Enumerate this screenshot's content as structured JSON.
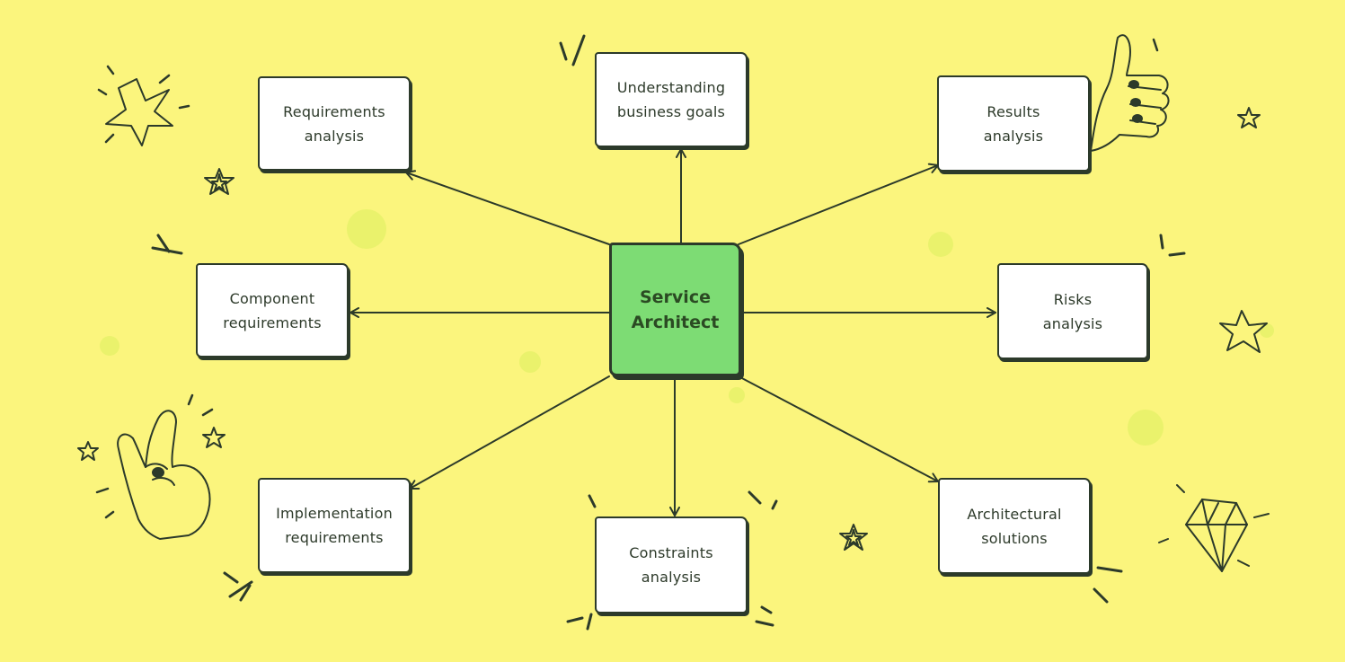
{
  "diagram": {
    "center": {
      "label": "Service\nArchitect"
    },
    "nodes": {
      "requirements_analysis": "Requirements\nanalysis",
      "understanding_business_goals": "Understanding\nbusiness goals",
      "results_analysis": "Results\nanalysis",
      "component_requirements": "Component\nrequirements",
      "risks_analysis": "Risks\nanalysis",
      "implementation_requirements": "Implementation\nrequirements",
      "constraints_analysis": "Constraints\nanalysis",
      "architectural_solutions": "Architectural\nsolutions"
    },
    "edges": [
      {
        "from": "Service Architect",
        "to": "Requirements analysis"
      },
      {
        "from": "Service Architect",
        "to": "Understanding business goals"
      },
      {
        "from": "Service Architect",
        "to": "Results analysis"
      },
      {
        "from": "Service Architect",
        "to": "Component requirements"
      },
      {
        "from": "Service Architect",
        "to": "Risks analysis"
      },
      {
        "from": "Service Architect",
        "to": "Implementation requirements"
      },
      {
        "from": "Service Architect",
        "to": "Constraints analysis"
      },
      {
        "from": "Service Architect",
        "to": "Architectural solutions"
      }
    ]
  },
  "decorations": [
    "star-icon",
    "thumbs-up-icon",
    "rock-hand-icon",
    "diamond-icon"
  ],
  "colors": {
    "background": "#fbf57d",
    "center_fill": "#7ddc74",
    "node_fill": "#ffffff",
    "stroke": "#2c3a2a",
    "blob": "#e8f26a"
  }
}
